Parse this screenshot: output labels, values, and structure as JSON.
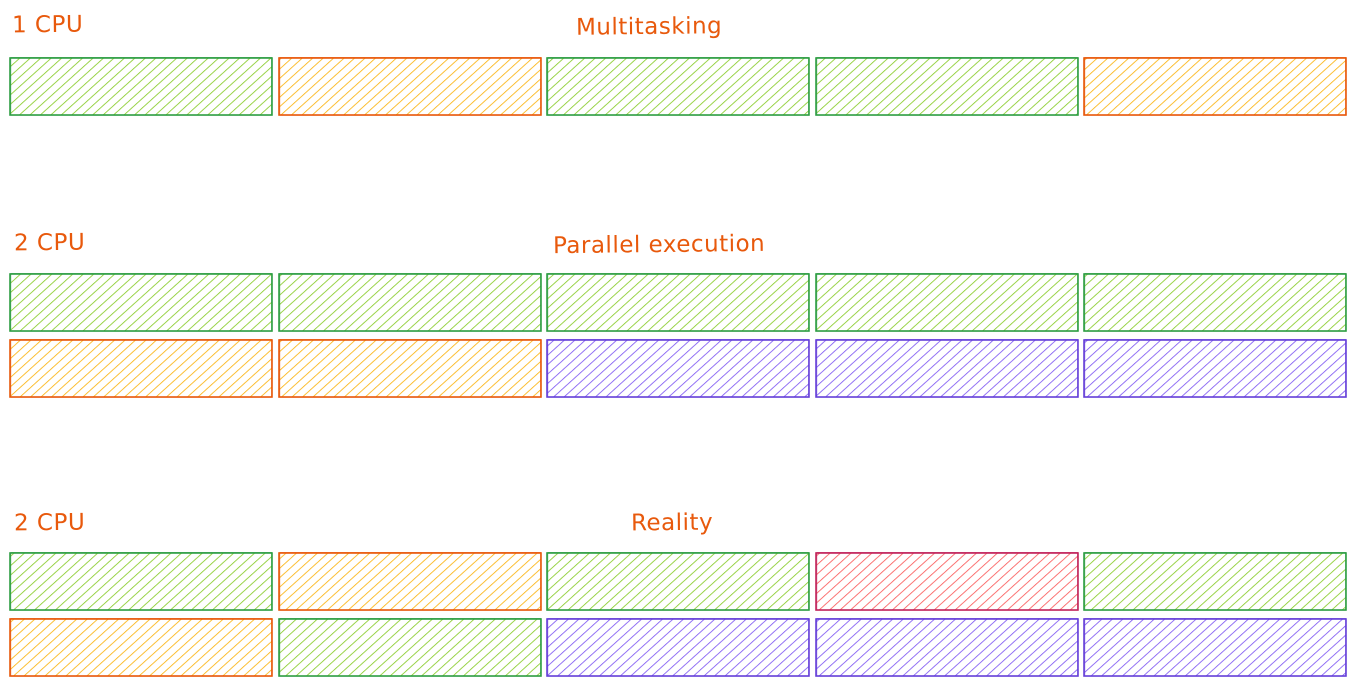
{
  "colors": {
    "label": "#e8590c",
    "green": {
      "stroke": "#2f9e44",
      "fill": "#82c91e"
    },
    "orange": {
      "stroke": "#e8590c",
      "fill": "#fab005"
    },
    "purple": {
      "stroke": "#6741d9",
      "fill": "#7950f2"
    },
    "red": {
      "stroke": "#c2255c",
      "fill": "#fa5252"
    }
  },
  "sections": [
    {
      "cpu_label": "1 CPU",
      "title": "Multitasking",
      "rows": [
        [
          "green",
          "orange",
          "green",
          "green",
          "orange"
        ]
      ]
    },
    {
      "cpu_label": "2 CPU",
      "title": "Parallel execution",
      "rows": [
        [
          "green",
          "green",
          "green",
          "green",
          "green"
        ],
        [
          "orange",
          "orange",
          "purple",
          "purple",
          "purple"
        ]
      ]
    },
    {
      "cpu_label": "2 CPU",
      "title": "Reality",
      "rows": [
        [
          "green",
          "orange",
          "green",
          "red",
          "green"
        ],
        [
          "orange",
          "green",
          "purple",
          "purple",
          "purple"
        ]
      ]
    }
  ]
}
